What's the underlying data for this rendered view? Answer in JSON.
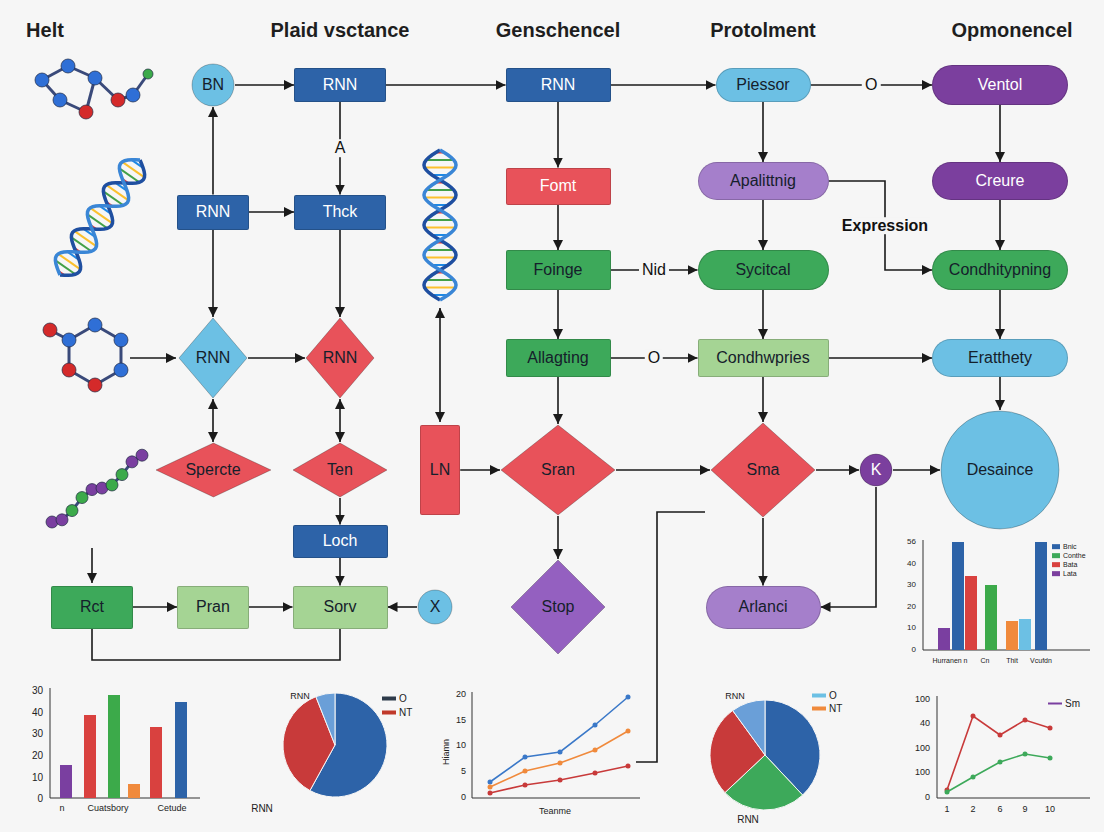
{
  "diagram": {
    "nodes": [
      {
        "text": [
          "BN"
        ]
      },
      {
        "text": [
          "RNN"
        ]
      },
      {
        "text": [
          "RNN"
        ]
      },
      {
        "text": [
          "Piessor"
        ]
      },
      {
        "text": [
          "Ventol"
        ]
      },
      {
        "text": [
          "RNN"
        ]
      },
      {
        "text": [
          "Thck"
        ]
      },
      {
        "text": [
          "Fomt"
        ]
      },
      {
        "text": [
          "Apalittnig"
        ]
      },
      {
        "text": [
          "Creure"
        ]
      },
      {
        "text": [
          "Foinge"
        ]
      },
      {
        "text": [
          "Sycitcal"
        ]
      },
      {
        "text": [
          "Condhitypning"
        ]
      },
      {
        "text": [
          "RNN"
        ]
      },
      {
        "text": [
          "RNN"
        ]
      },
      {
        "text": [
          "Allagting"
        ]
      },
      {
        "text": [
          "Condhwpries"
        ]
      },
      {
        "text": [
          "Eratthety"
        ]
      },
      {
        "text": [
          "Spercte"
        ]
      },
      {
        "text": [
          "Ten"
        ]
      },
      {
        "text": [
          "Loch"
        ]
      },
      {
        "text": [
          "LN"
        ]
      },
      {
        "text": [
          "Sran"
        ]
      },
      {
        "text": [
          "Sma"
        ]
      },
      {
        "text": [
          "K"
        ]
      },
      {
        "text": [
          "Desaince"
        ]
      },
      {
        "text": [
          "Stop"
        ]
      },
      {
        "text": [
          "Arlanci"
        ]
      },
      {
        "text": [
          "Rct"
        ]
      },
      {
        "text": [
          "Pran"
        ]
      },
      {
        "text": [
          "Sorv"
        ]
      },
      {
        "text": [
          "X"
        ]
      }
    ],
    "edges": [
      {
        "from": 0,
        "to": 1,
        "arrow": "to"
      },
      {
        "from": 1,
        "to": 2,
        "arrow": "to"
      },
      {
        "from": 1,
        "to": 6,
        "label": "A",
        "arrow": "to"
      },
      {
        "from": 2,
        "to": 3,
        "arrow": "to"
      },
      {
        "from": 3,
        "to": 4,
        "label": "O",
        "arrow": "to"
      },
      {
        "from": 5,
        "to": 0,
        "arrow": "to"
      },
      {
        "from": 5,
        "to": 6,
        "arrow": "to"
      },
      {
        "from": 5,
        "to": 13,
        "arrow": "to"
      },
      {
        "from": 6,
        "to": 14,
        "arrow": "to"
      },
      {
        "from": 13,
        "to": 14,
        "arrow": "to"
      },
      {
        "from": 13,
        "to": 18,
        "arrow": "both"
      },
      {
        "from": 14,
        "to": 19,
        "arrow": "both"
      },
      {
        "from": 2,
        "to": 7,
        "arrow": "to"
      },
      {
        "from": 7,
        "to": 10,
        "arrow": "to"
      },
      {
        "from": 10,
        "to": 15,
        "arrow": "to"
      },
      {
        "from": 15,
        "to": 22,
        "arrow": "to"
      },
      {
        "from": 22,
        "to": 26,
        "arrow": "to"
      },
      {
        "from": 10,
        "to": 11,
        "label": "Nid",
        "arrow": "to"
      },
      {
        "from": 3,
        "to": 8,
        "arrow": "to"
      },
      {
        "from": 8,
        "to": 11,
        "arrow": "to"
      },
      {
        "from": 8,
        "to": 12,
        "label": "Expression",
        "arrow": "to"
      },
      {
        "from": 4,
        "to": 9,
        "arrow": "to"
      },
      {
        "from": 9,
        "to": 12,
        "arrow": "to"
      },
      {
        "from": 12,
        "to": 17,
        "arrow": "to"
      },
      {
        "from": 17,
        "to": 25,
        "arrow": "to"
      },
      {
        "from": 11,
        "to": 16,
        "arrow": "to"
      },
      {
        "from": 15,
        "to": 16,
        "label": "O",
        "arrow": "to"
      },
      {
        "from": 16,
        "to": 17,
        "arrow": "to"
      },
      {
        "from": 16,
        "to": 23,
        "arrow": "to"
      },
      {
        "from": 21,
        "to": 22,
        "arrow": "to"
      },
      {
        "from": 22,
        "to": 23,
        "arrow": "to"
      },
      {
        "from": 23,
        "to": 24,
        "arrow": "to"
      },
      {
        "from": 24,
        "to": 25,
        "arrow": "to"
      },
      {
        "from": 23,
        "to": 27,
        "arrow": "to"
      },
      {
        "from": 24,
        "to": 27,
        "arrow": "to"
      },
      {
        "from": 19,
        "to": 20,
        "arrow": "to"
      },
      {
        "from": 20,
        "to": 30,
        "arrow": "to"
      },
      {
        "from": 28,
        "to": 29,
        "arrow": "to"
      },
      {
        "from": 29,
        "to": 30,
        "arrow": "to"
      },
      {
        "from": 31,
        "to": 30,
        "arrow": "to"
      },
      {
        "from": 28,
        "to": 30,
        "arrow": "none"
      }
    ],
    "labels": [
      "Helt",
      "Plaid vsctance",
      "Genschencel",
      "Protolment",
      "Opmonencel",
      "56",
      "40",
      "30",
      "20",
      "10",
      "0",
      "Hurranen n",
      "Cn",
      "Thit",
      "Vcufdn",
      "30",
      "40",
      "30",
      "20",
      "10",
      "0",
      "n",
      "Cuatsbory",
      "Cetude",
      "RNN",
      "RNN",
      "20",
      "15",
      "10",
      "5",
      "0",
      "Hiamn",
      "Teanme",
      "RNN",
      "RNN",
      "100",
      "40",
      "100",
      "100",
      "0",
      "1",
      "2",
      "6",
      "9",
      "10"
    ],
    "legend": [
      {
        "text": "Bnic",
        "color": "#2d63a8"
      },
      {
        "text": "Conthe",
        "color": "#3da95a"
      },
      {
        "text": "Bata",
        "color": "#d9413f"
      },
      {
        "text": "Lata",
        "color": "#7b3f9e"
      },
      {
        "text": "O",
        "color": "#2d3a4a"
      },
      {
        "text": "NT",
        "color": "#c0392b"
      },
      {
        "text": "O",
        "color": "#6cc0e4"
      },
      {
        "text": "NT",
        "color": "#f08a3c"
      },
      {
        "text": "Sm"
      }
    ]
  }
}
